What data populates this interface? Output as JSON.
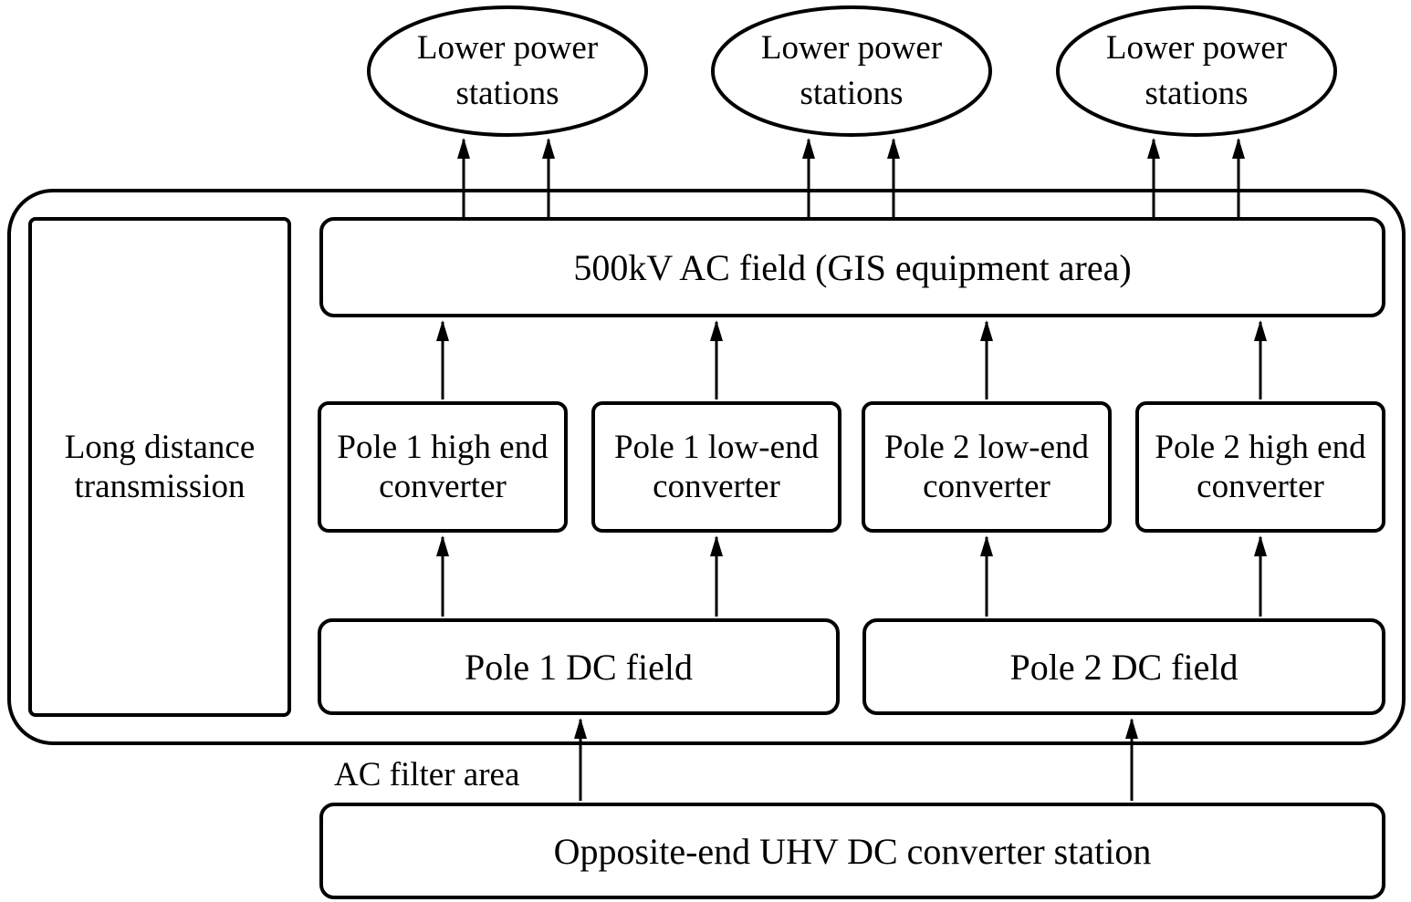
{
  "diagram": {
    "title_hint": "UHV DC converter station one-line structure diagram",
    "colors": {
      "line": "#000000",
      "background": "#ffffff"
    },
    "ellipses": [
      {
        "label": "Lower power stations"
      },
      {
        "label": "Lower power stations"
      },
      {
        "label": "Lower power stations"
      }
    ],
    "outer": {
      "left_box": "Long distance transmission",
      "ac_field": "500kV AC field (GIS equipment area)",
      "converters": [
        "Pole 1 high end converter",
        "Pole 1 low-end converter",
        "Pole 2 low-end converter",
        "Pole 2 high end converter"
      ],
      "dc_fields": [
        "Pole 1 DC field",
        "Pole 2 DC field"
      ]
    },
    "ac_filter_label": "AC filter area",
    "bottom_box": "Opposite-end UHV DC converter station"
  }
}
